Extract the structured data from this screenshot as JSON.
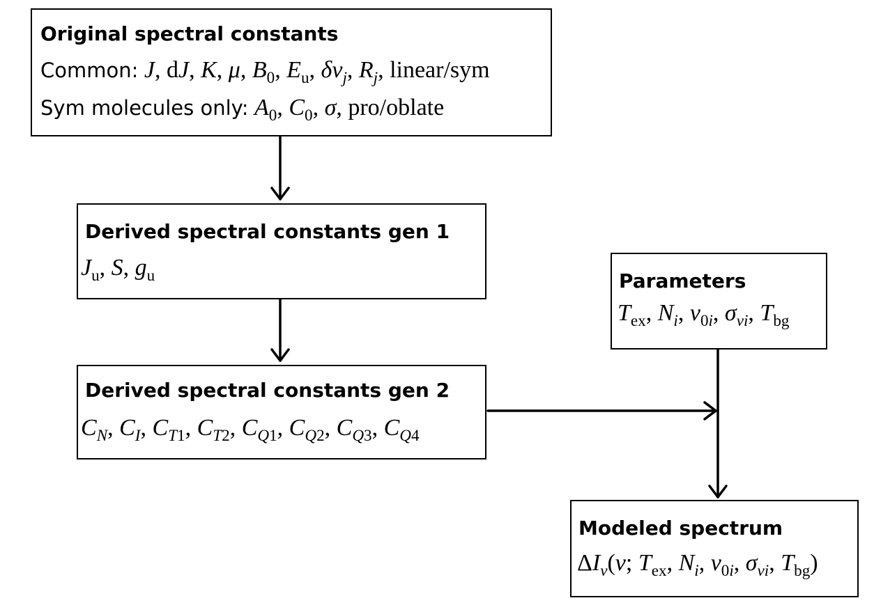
{
  "boxes": {
    "original": {
      "title": "Original spectral constants",
      "common_label": "Common:",
      "sym_label": "Sym molecules only:",
      "tail_linear": "linear/sym",
      "tail_prolate": "pro/oblate"
    },
    "gen1": {
      "title": "Derived spectral constants gen 1"
    },
    "gen2": {
      "title": "Derived spectral constants gen 2"
    },
    "params": {
      "title": "Parameters"
    },
    "model": {
      "title": "Modeled spectrum"
    }
  }
}
